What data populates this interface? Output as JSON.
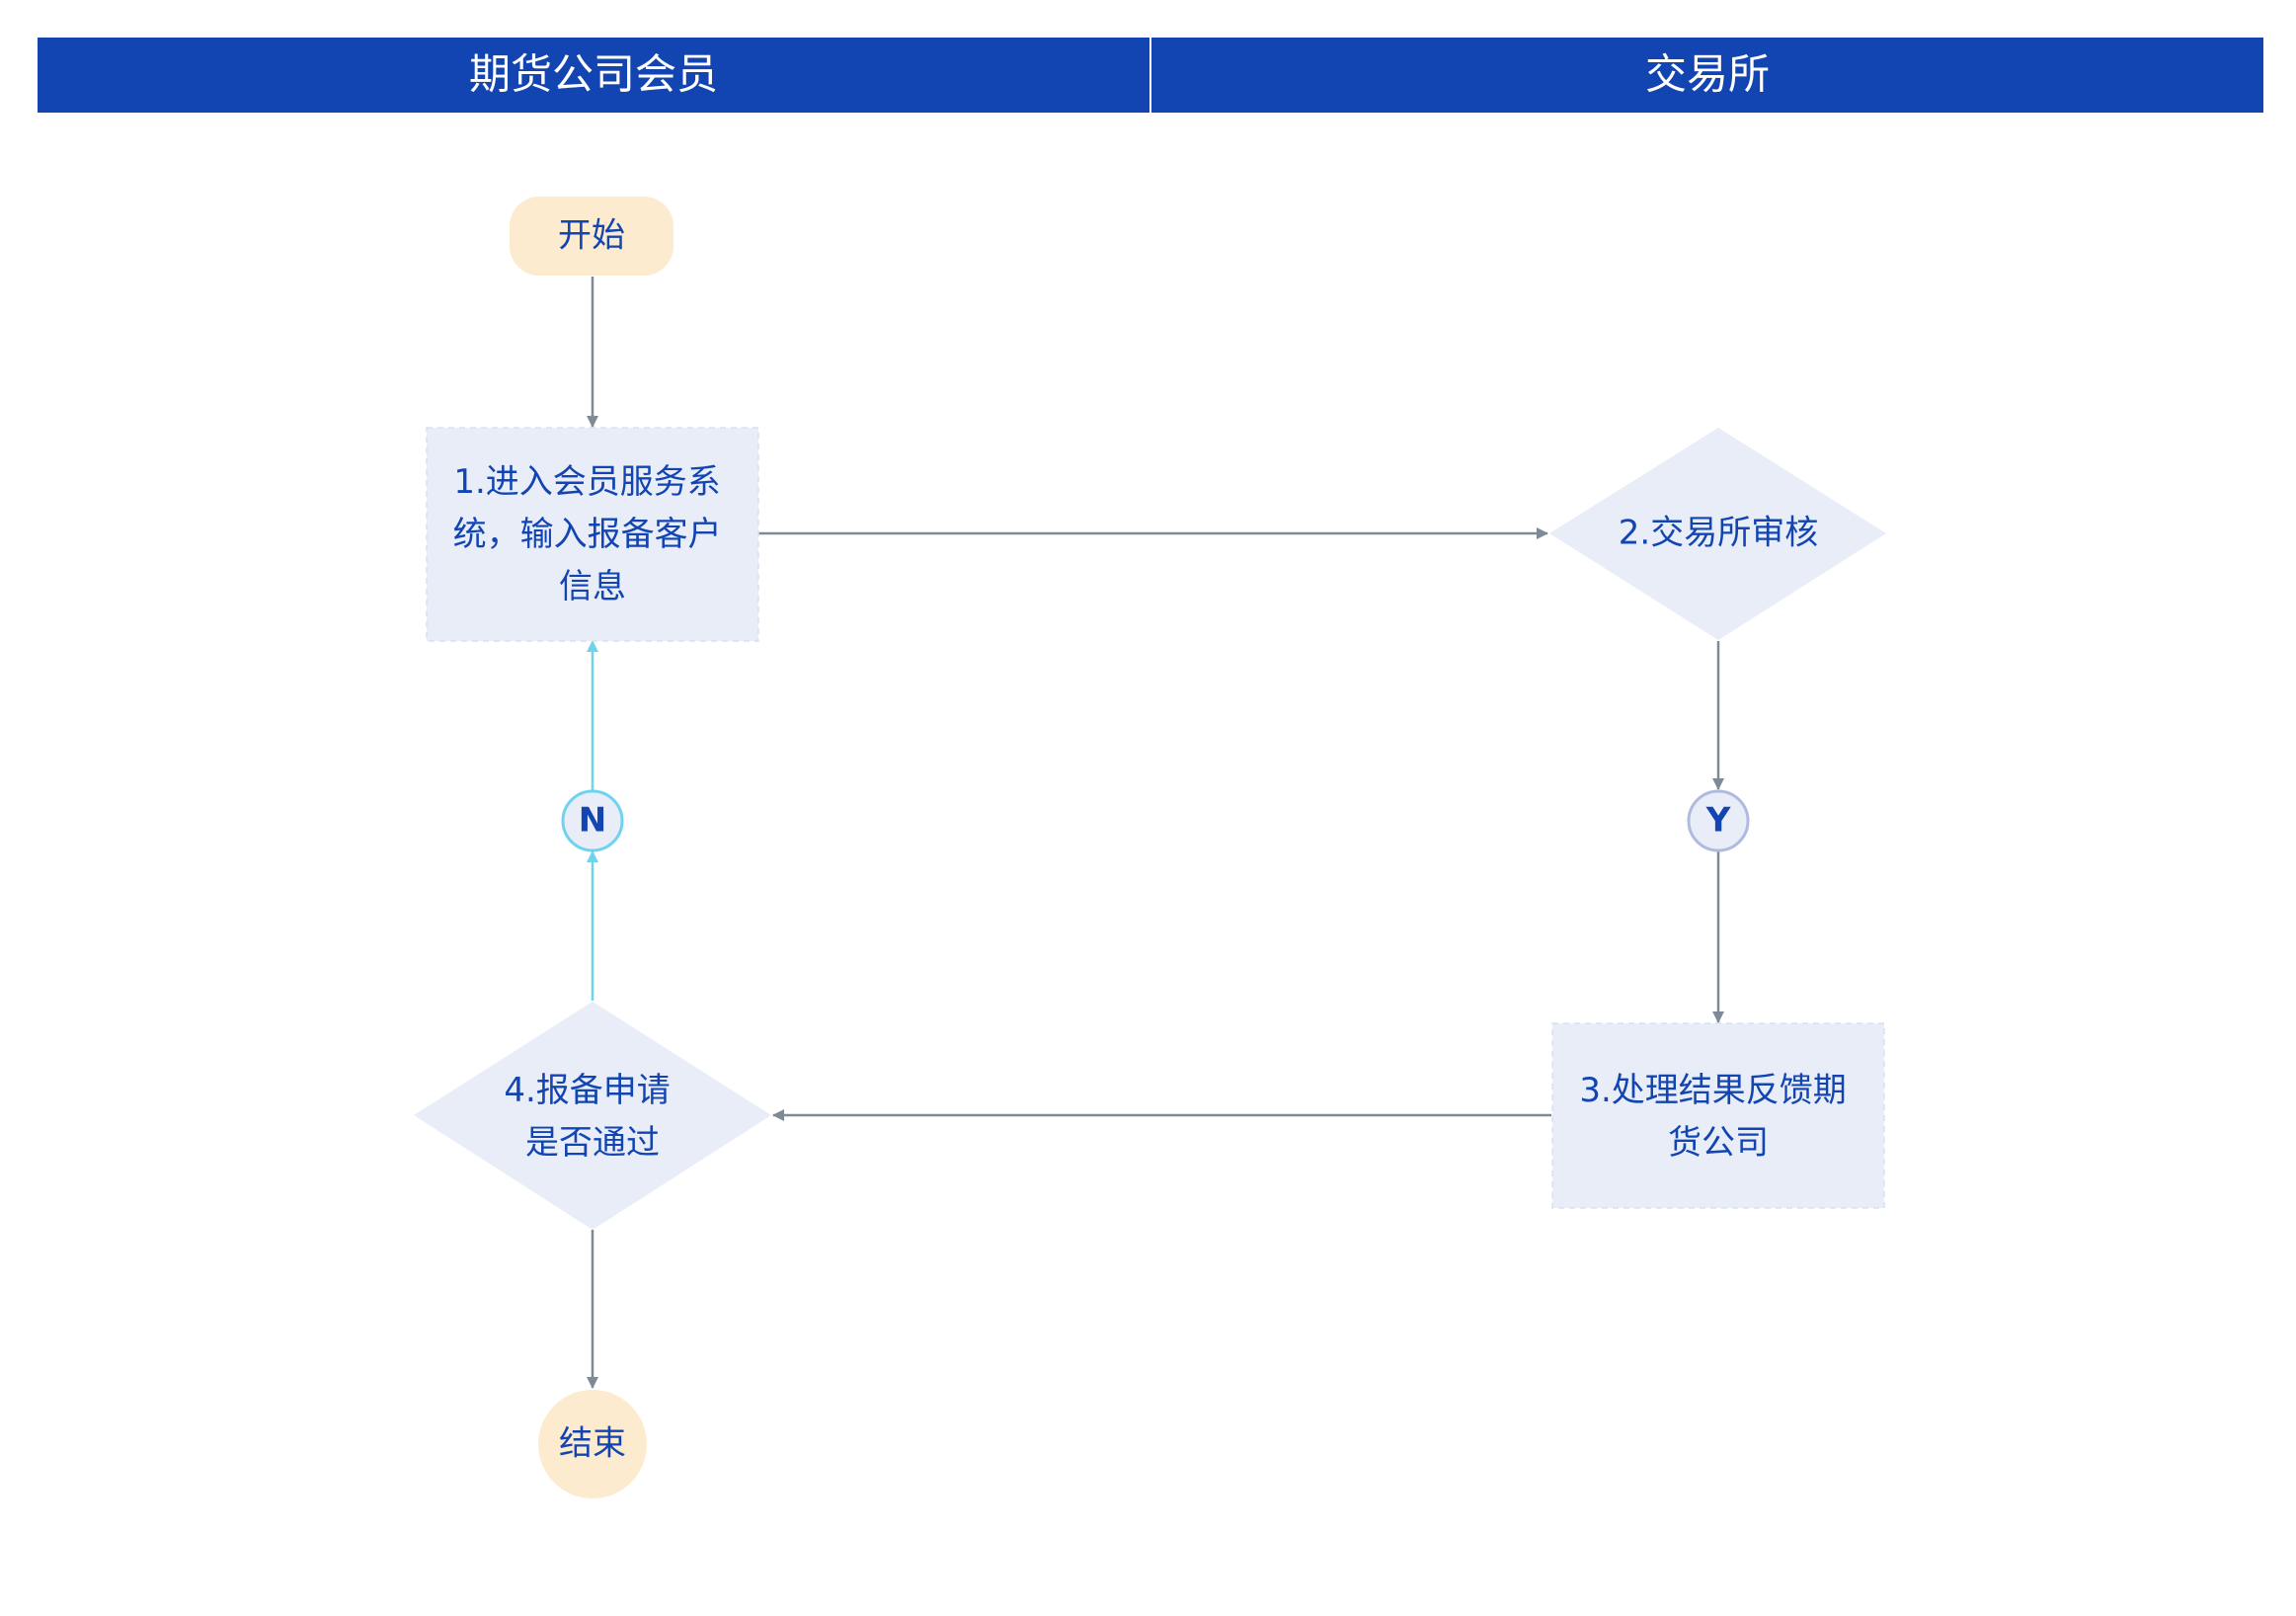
{
  "lanes": [
    {
      "title": "期货公司会员"
    },
    {
      "title": "交易所"
    }
  ],
  "nodes": {
    "start": {
      "label": "开始"
    },
    "step1": {
      "lines": [
        "1.进入会员服务系",
        "统，输入报备客户",
        "信息"
      ]
    },
    "step2": {
      "label": "2.交易所审核"
    },
    "yes": {
      "label": "Y"
    },
    "step3": {
      "lines": [
        "3.处理结果反馈期",
        "货公司"
      ]
    },
    "step4": {
      "lines": [
        "4.报备申请",
        "是否通过"
      ]
    },
    "no": {
      "label": "N"
    },
    "end": {
      "label": "结束"
    }
  },
  "colors": {
    "header": "#1245b2",
    "node_fill": "#e8edf8",
    "terminal_fill": "#fdebd0",
    "node_text": "#1245b2",
    "connector": "#7f8a97",
    "reject_connector": "#6fd3ee",
    "yes_badge_stroke": "#aebbdf",
    "no_badge_stroke": "#6fd3ee"
  }
}
